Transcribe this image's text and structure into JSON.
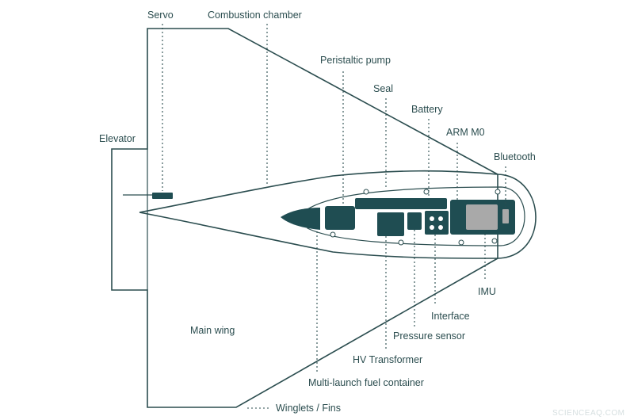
{
  "labels": {
    "servo": "Servo",
    "combustion_chamber": "Combustion chamber",
    "peristaltic_pump": "Peristaltic pump",
    "seal": "Seal",
    "battery": "Battery",
    "arm_m0": "ARM M0",
    "bluetooth": "Bluetooth",
    "elevator": "Elevator",
    "imu": "IMU",
    "interface": "Interface",
    "main_wing": "Main wing",
    "pressure_sensor": "Pressure sensor",
    "hv_transformer": "HV Transformer",
    "fuel_container": "Multi-launch fuel container",
    "winglets_fins": "Winglets / Fins"
  },
  "legend": {
    "dotted_line_meaning": "Winglets / Fins"
  },
  "watermark": "SCIENCEAQ.COM",
  "colors": {
    "ink": "#2b4d4f",
    "component_fill": "#1f4d52",
    "imu_screen": "#a9a9a9",
    "background": "#ffffff"
  }
}
